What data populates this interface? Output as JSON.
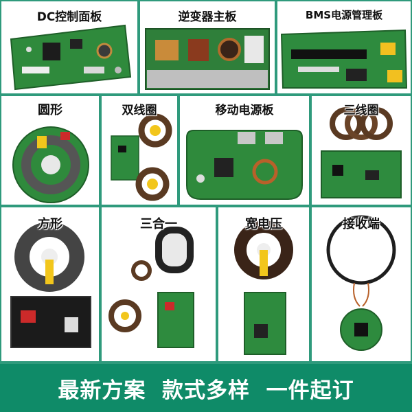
{
  "tiles": {
    "dc": "DC控制面板",
    "inverter": "逆变器主板",
    "bms": "BMS电源管理板",
    "round": "圆形",
    "double_coil": "双线圈",
    "power_bank": "移动电源板",
    "triple_coil": "三线圈",
    "square": "方形",
    "three_in_one": "三合一",
    "wide_voltage": "宽电压",
    "receiver": "接收端"
  },
  "banner": "最新方案  款式多样  一件起订",
  "colors": {
    "background": "#2f9a7c",
    "banner": "#0f8b68",
    "pcb": "#2e8b3e",
    "coil": "#7a4a2a"
  }
}
